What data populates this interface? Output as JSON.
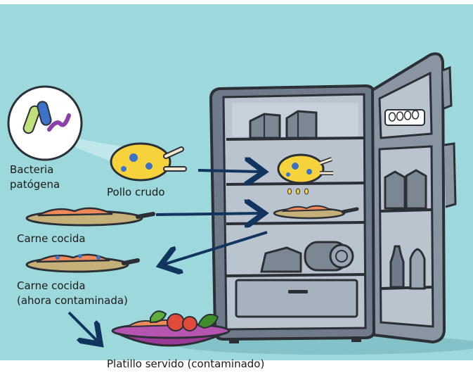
{
  "labels": {
    "bacteria_line1": "Bacteria",
    "bacteria_line2": "patógena",
    "raw_chicken": "Pollo crudo",
    "cooked_meat": "Carne cocida",
    "contaminated_meat_line1": "Carne cocida",
    "contaminated_meat_line2": "(ahora contaminada)",
    "served_dish": "Platillo servido (contaminado)"
  },
  "colors": {
    "background": "#9dd8dc",
    "fridge_body": "#8a95a3",
    "fridge_inner": "#b9c4cf",
    "arrow": "#12355f",
    "meat": "#f08a5b",
    "chicken": "#f6d23c",
    "bacteria": "#3c73c8",
    "plate": "#9b3a97"
  }
}
